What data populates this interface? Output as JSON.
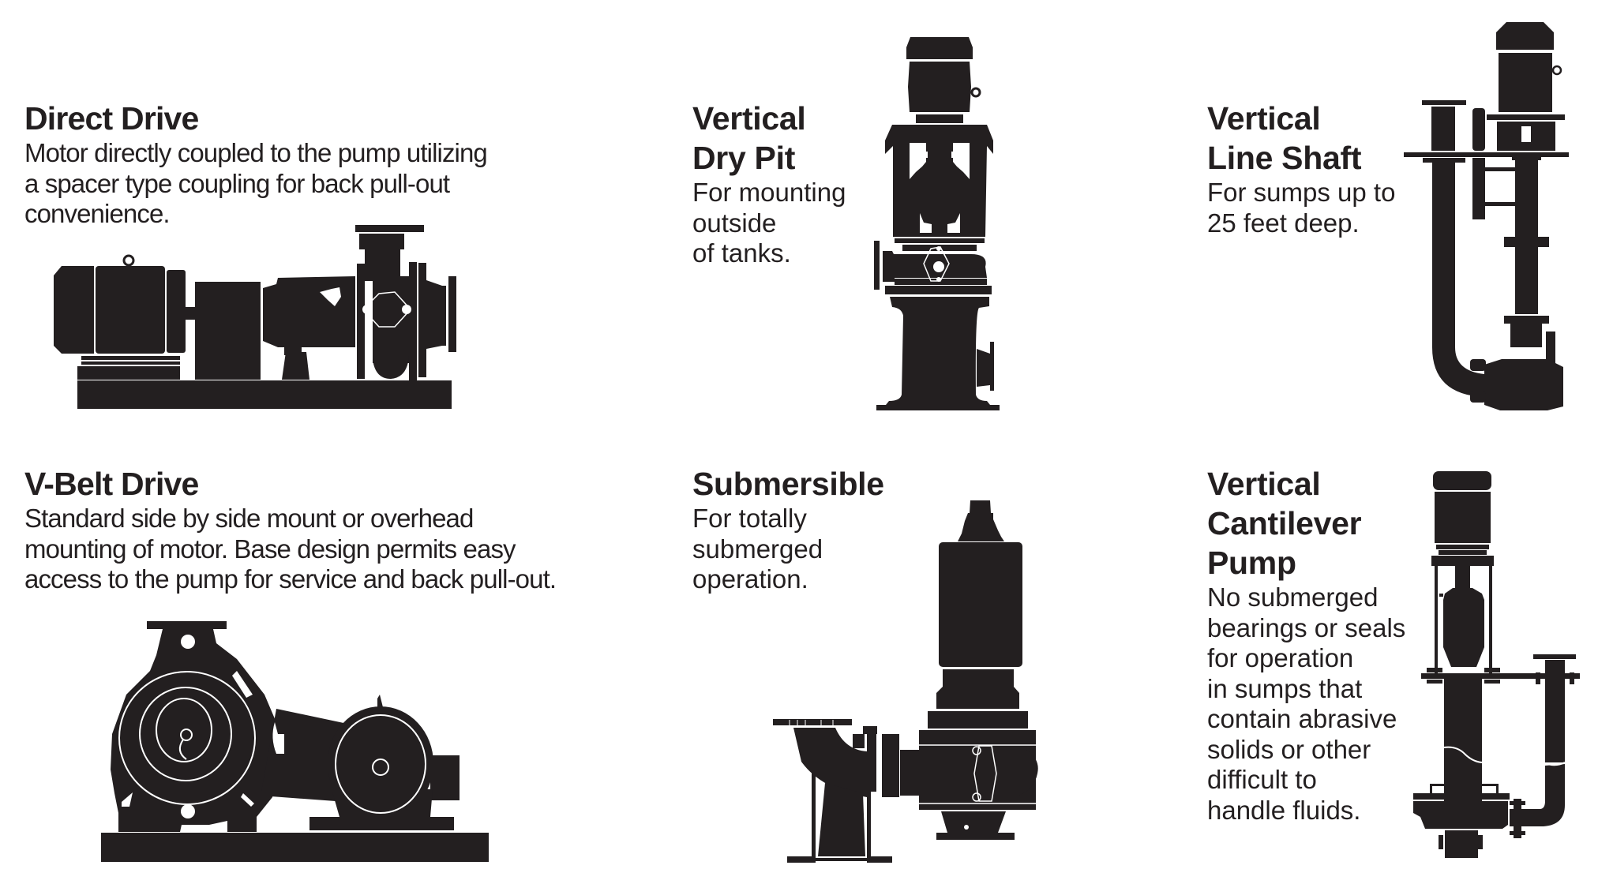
{
  "page": {
    "background": "#ffffff",
    "ink_color": "#231f20"
  },
  "sections": [
    {
      "id": "direct-drive",
      "title_lines": [
        "Direct Drive"
      ],
      "description_lines": [
        "Motor directly coupled to the pump utilizing",
        "a spacer type coupling for back pull-out",
        "convenience."
      ],
      "illustration": "direct-drive-pump-icon"
    },
    {
      "id": "vertical-dry-pit",
      "title_lines": [
        "Vertical",
        "Dry Pit"
      ],
      "description_lines": [
        "For mounting",
        "outside",
        "of tanks."
      ],
      "illustration": "vertical-dry-pit-pump-icon"
    },
    {
      "id": "vertical-line-shaft",
      "title_lines": [
        "Vertical",
        "Line Shaft"
      ],
      "description_lines": [
        "For sumps up to",
        "25 feet deep."
      ],
      "illustration": "vertical-line-shaft-pump-icon"
    },
    {
      "id": "v-belt-drive",
      "title_lines": [
        "V-Belt Drive"
      ],
      "description_lines": [
        "Standard side by side mount or overhead",
        "mounting of motor. Base design permits easy",
        "access to the pump for service and back pull-out."
      ],
      "illustration": "v-belt-drive-pump-icon"
    },
    {
      "id": "submersible",
      "title_lines": [
        "Submersible"
      ],
      "description_lines": [
        "For totally",
        "submerged",
        "operation."
      ],
      "illustration": "submersible-pump-icon"
    },
    {
      "id": "vertical-cantilever-pump",
      "title_lines": [
        "Vertical",
        "Cantilever",
        "Pump"
      ],
      "description_lines": [
        "No submerged",
        "bearings or seals",
        "for operation",
        "in sumps that",
        "contain abrasive",
        "solids or other",
        "difficult to",
        "handle fluids."
      ],
      "illustration": "vertical-cantilever-pump-icon"
    }
  ]
}
